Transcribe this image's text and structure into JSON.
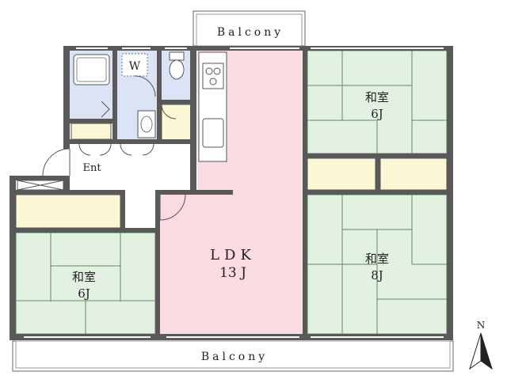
{
  "balcony_top_label": "Balcony",
  "balcony_bottom_label": "Balcony",
  "rooms": {
    "washroom": {
      "label": "W"
    },
    "entrance": {
      "label": "Ent"
    },
    "ldk": {
      "label": "LDK",
      "size": "13 J"
    },
    "washitsu_ne": {
      "label": "和室",
      "size": "6J"
    },
    "washitsu_se": {
      "label": "和室",
      "size": "8J"
    },
    "washitsu_sw": {
      "label": "和室",
      "size": "6J"
    }
  },
  "compass": {
    "label": "N"
  },
  "colors": {
    "wall": "#595959",
    "tatami": "#e3f1e3",
    "tatami_line": "#5f8a5f",
    "ldk_floor": "#f9dbe0",
    "wet_area": "#dbe3f5",
    "closet": "#fbf7d4",
    "hallway": "#ffffff"
  }
}
